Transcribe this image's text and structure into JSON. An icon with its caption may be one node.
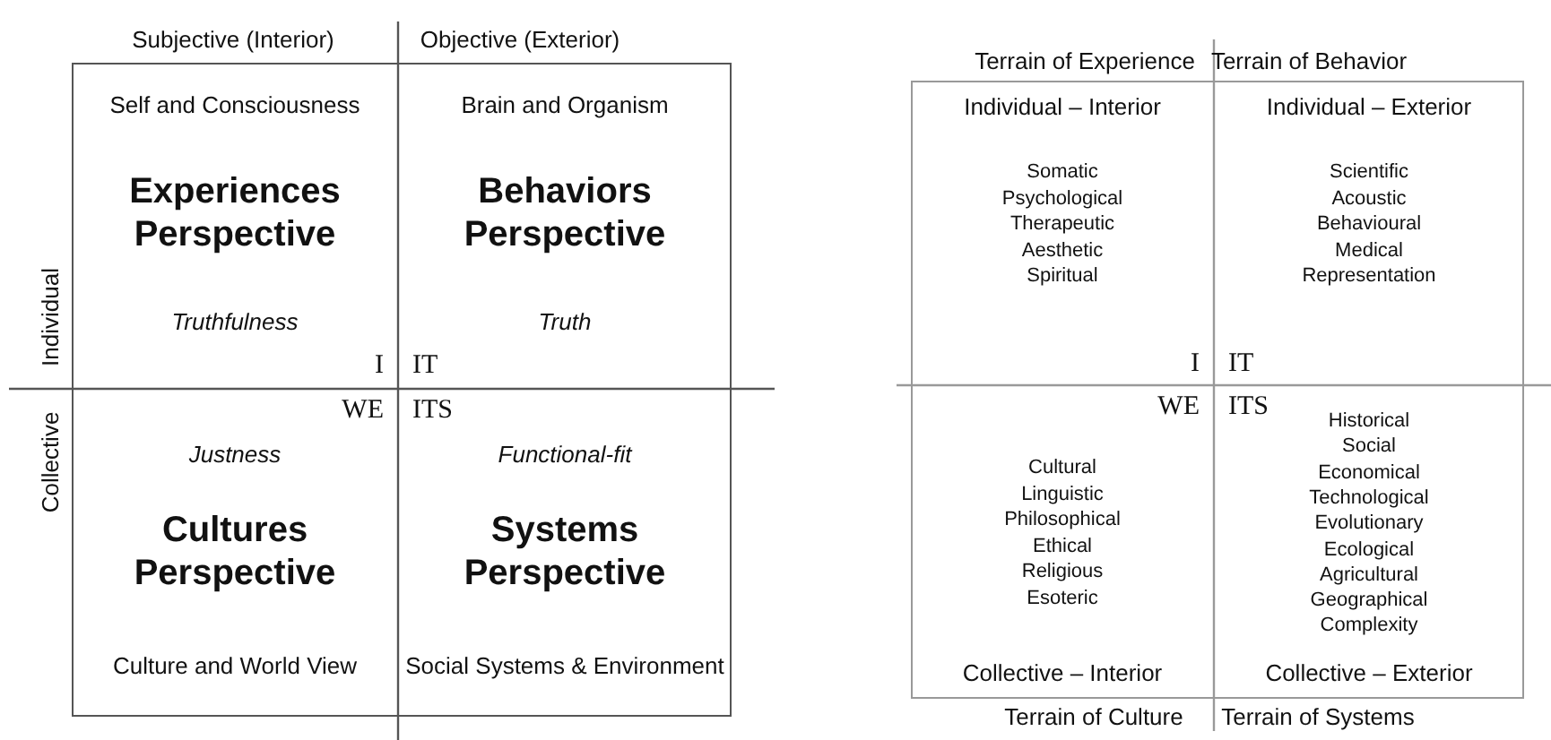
{
  "diagram": {
    "nodes": [
      {
        "text": [],
        "shape": "box"
      },
      {
        "text": [
          "Self and Consciousness",
          "Experiences Perspective",
          "Truthfulness",
          "I"
        ],
        "in": 0
      },
      {
        "text": [
          "Brain and Organism",
          "Behaviors Perspective",
          "Truth",
          "IT"
        ],
        "in": 0
      },
      {
        "text": [
          "WE",
          "Justness",
          "Cultures Perspective",
          "Culture and World View"
        ],
        "in": 0
      },
      {
        "text": [
          "ITS",
          "Functional-fit",
          "Systems Perspective",
          "Social Systems & Environment"
        ],
        "in": 0
      },
      {
        "text": [],
        "shape": "box"
      },
      {
        "text": [
          "Individual – Interior",
          "Somatic",
          "Psychological",
          "Therapeutic",
          "Aesthetic",
          "Spiritual",
          "I"
        ],
        "in": 5
      },
      {
        "text": [
          "Individual – Exterior",
          "Scientific",
          "Acoustic",
          "Behavioural",
          "Medical",
          "Representation",
          "IT"
        ],
        "in": 5
      },
      {
        "text": [
          "WE",
          "Cultural",
          "Linguistic",
          "Philosophical",
          "Ethical",
          "Religious",
          "Esoteric",
          "Collective – Interior"
        ],
        "in": 5
      },
      {
        "text": [
          "ITS",
          "Historical",
          "Social",
          "Economical",
          "Technological",
          "Evolutionary",
          "Ecological",
          "Agricultural",
          "Geographical",
          "Complexity",
          "Collective – Exterior"
        ],
        "in": 5
      }
    ],
    "edges": [],
    "labels": [
      "Subjective (Interior)",
      "Objective (Exterior)",
      "Terrain of Experience",
      "Terrain of Behavior",
      "Individual",
      "Collective",
      "Terrain of Culture",
      "Terrain of Systems"
    ]
  }
}
